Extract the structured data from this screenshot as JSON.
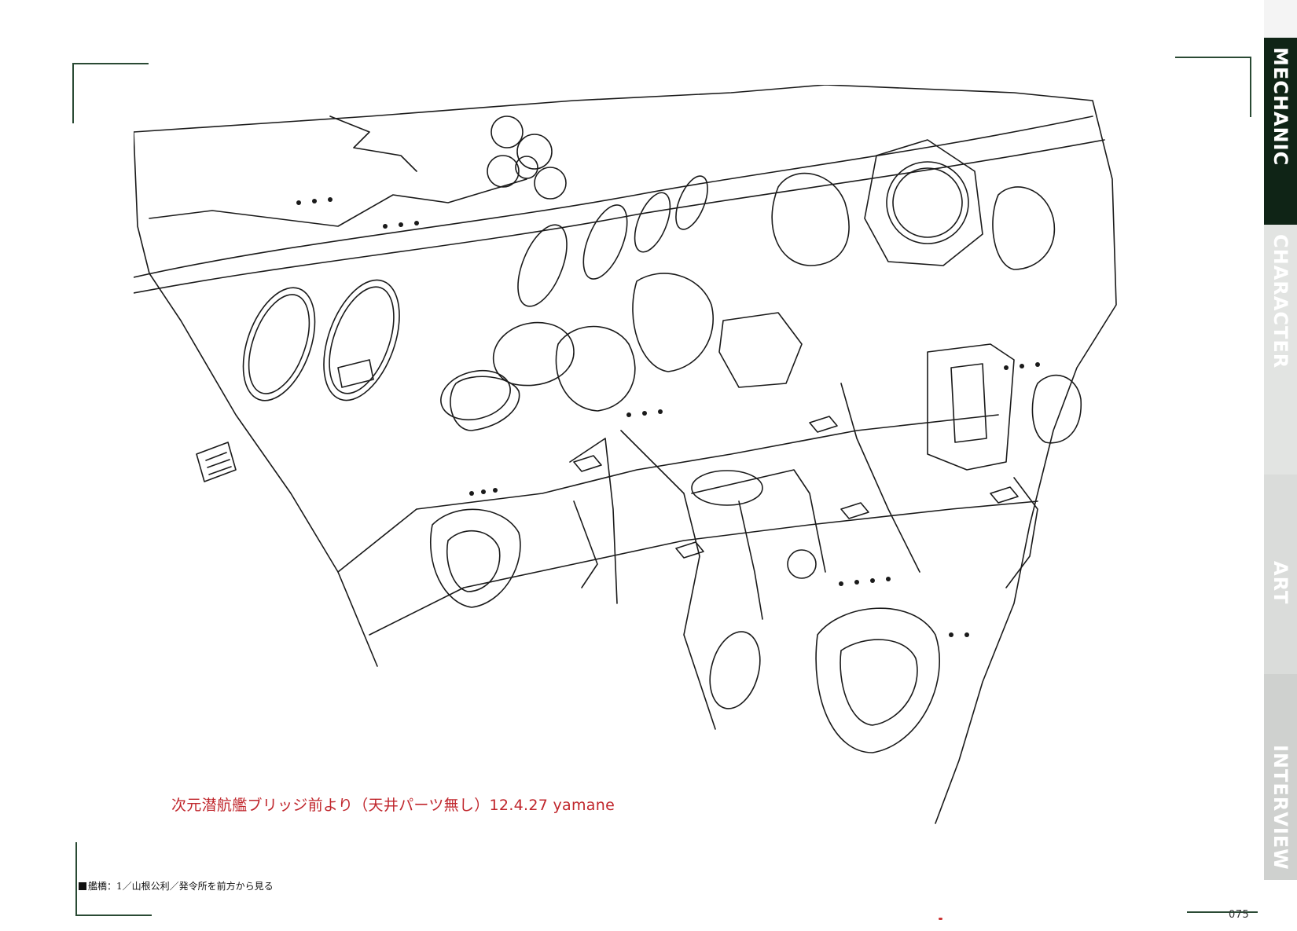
{
  "caption_red": "次元潜航艦ブリッジ前より（天井パーツ無し）12.4.27  yamane",
  "caption_bottom": "艦橋：1／山根公利／発令所を前方から見る",
  "page_number": "075",
  "side_tabs": [
    "MECHANIC",
    "CHARACTER",
    "ART",
    "INTERVIEW"
  ],
  "colors": {
    "active_tab": "#0f2416",
    "caption_red": "#c0262c",
    "line_art": "#1a1a1a"
  }
}
